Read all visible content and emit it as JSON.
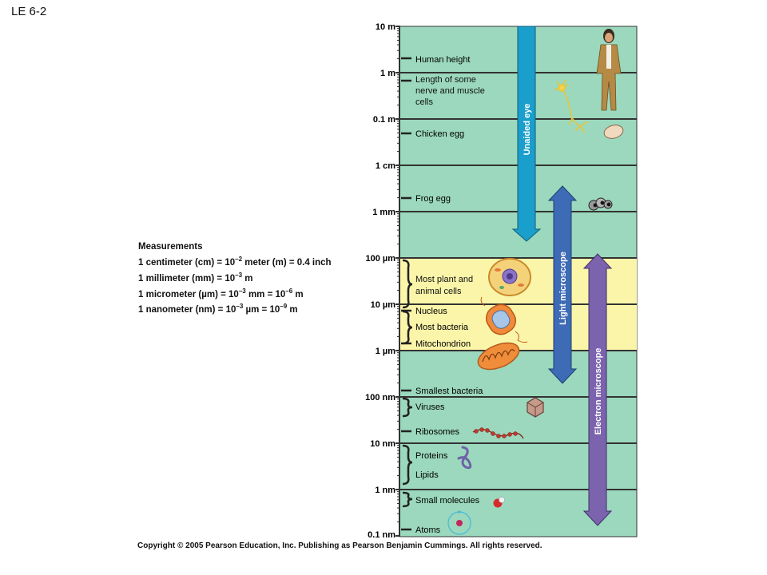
{
  "figure_label": "LE 6-2",
  "scale_ticks": [
    "10 m",
    "1 m",
    "0.1 m",
    "1 cm",
    "1 mm",
    "100 µm",
    "10 µm",
    "1 µm",
    "100 nm",
    "10 nm",
    "1 nm",
    "0.1 nm"
  ],
  "items": [
    "Human height",
    "Length of some nerve and muscle cells",
    "Chicken egg",
    "Frog egg",
    "Most plant and animal cells",
    "Nucleus",
    "Most bacteria",
    "Mitochondrion",
    "Smallest bacteria",
    "Viruses",
    "Ribosomes",
    "Proteins",
    "Lipids",
    "Small molecules",
    "Atoms"
  ],
  "ranges": [
    {
      "label": "Unaided eye",
      "color": "#1a9ecb"
    },
    {
      "label": "Light microscope",
      "color": "#3d6bb5"
    },
    {
      "label": "Electron microscope",
      "color": "#7b63ad"
    }
  ],
  "measurements": {
    "title": "Measurements",
    "cm": [
      "1 centimeter (cm) = 10",
      "–2",
      " meter (m) = 0.4 inch"
    ],
    "mm": [
      "1 millimeter (mm) = 10",
      "–3",
      " m"
    ],
    "um": [
      "1 micrometer (µm) = 10",
      "–3",
      " mm = 10",
      "–6",
      " m"
    ],
    "nm": [
      "1 nanometer (nm) = 10",
      "–3",
      " µm = 10",
      "–9",
      " m"
    ]
  },
  "copyright": "Copyright © 2005 Pearson Education, Inc. Publishing as Pearson Benjamin Cummings. All rights reserved.",
  "colors": {
    "chart_bg": "#9bd8bd",
    "highlight_bg": "#fbf5a9"
  }
}
